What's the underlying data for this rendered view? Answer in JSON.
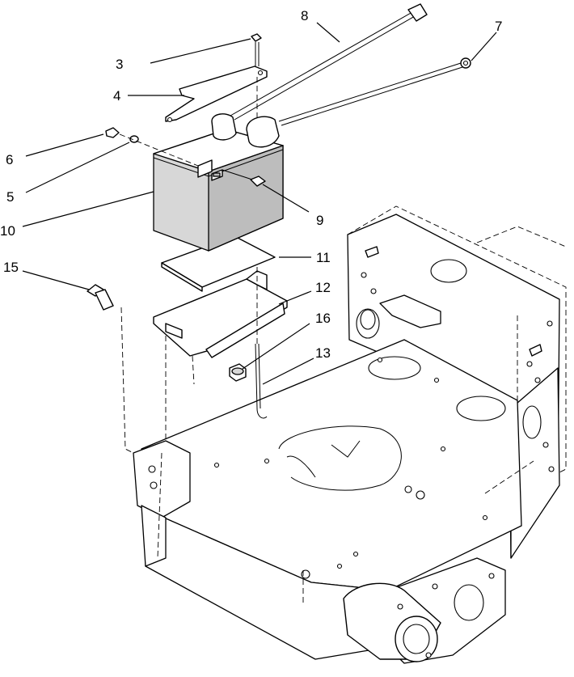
{
  "callouts": {
    "c3": "3",
    "c4": "4",
    "c5": "5",
    "c6": "6",
    "c7": "7",
    "c8": "8",
    "c9": "9",
    "c10": "10",
    "c11": "11",
    "c12": "12",
    "c13": "13",
    "c15": "15",
    "c16": "16"
  }
}
